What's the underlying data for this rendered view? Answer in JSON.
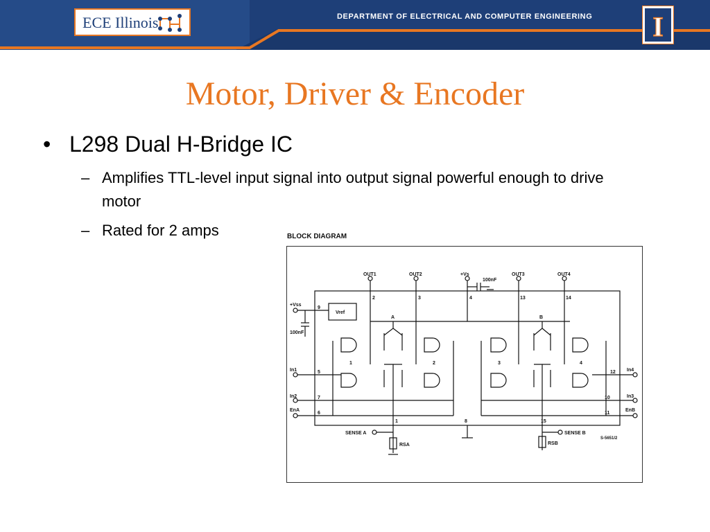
{
  "header": {
    "logo_text": "ECE Illinois",
    "department": "DEPARTMENT OF ELECTRICAL AND COMPUTER ENGINEERING",
    "university_logo_letter": "I"
  },
  "slide": {
    "title": "Motor, Driver & Encoder",
    "bullet": "L298 Dual H-Bridge IC",
    "subbullets": [
      "Amplifies TTL-level input signal into output signal powerful enough to drive motor",
      "Rated for 2 amps"
    ]
  },
  "diagram": {
    "title": "BLOCK DIAGRAM",
    "labels": {
      "out1": "OUT1",
      "out2": "OUT2",
      "vs": "+Vs",
      "cap_top": "100nF",
      "out3": "OUT3",
      "out4": "OUT4",
      "vss": "+Vss",
      "cap_left": "100nF",
      "vref": "Vref",
      "in1": "In1",
      "in2": "In2",
      "ena": "EnA",
      "in4": "In4",
      "in3": "In3",
      "enb": "EnB",
      "sense_a": "SENSE A",
      "sense_b": "SENSE B",
      "rsa": "RSA",
      "rsb": "RSB",
      "part_code": "S-5651/2",
      "bridge_a": "A",
      "bridge_b": "B",
      "gate1": "1",
      "gate2": "2",
      "gate3": "3",
      "gate4": "4",
      "pin2": "2",
      "pin3": "3",
      "pin4": "4",
      "pin13": "13",
      "pin14": "14",
      "pin9": "9",
      "pin5": "5",
      "pin7": "7",
      "pin6": "6",
      "pin1": "1",
      "pin8": "8",
      "pin15": "15",
      "pin12": "12",
      "pin10": "10",
      "pin11": "11"
    }
  },
  "colors": {
    "navy": "#1e3f78",
    "orange": "#e87722"
  }
}
